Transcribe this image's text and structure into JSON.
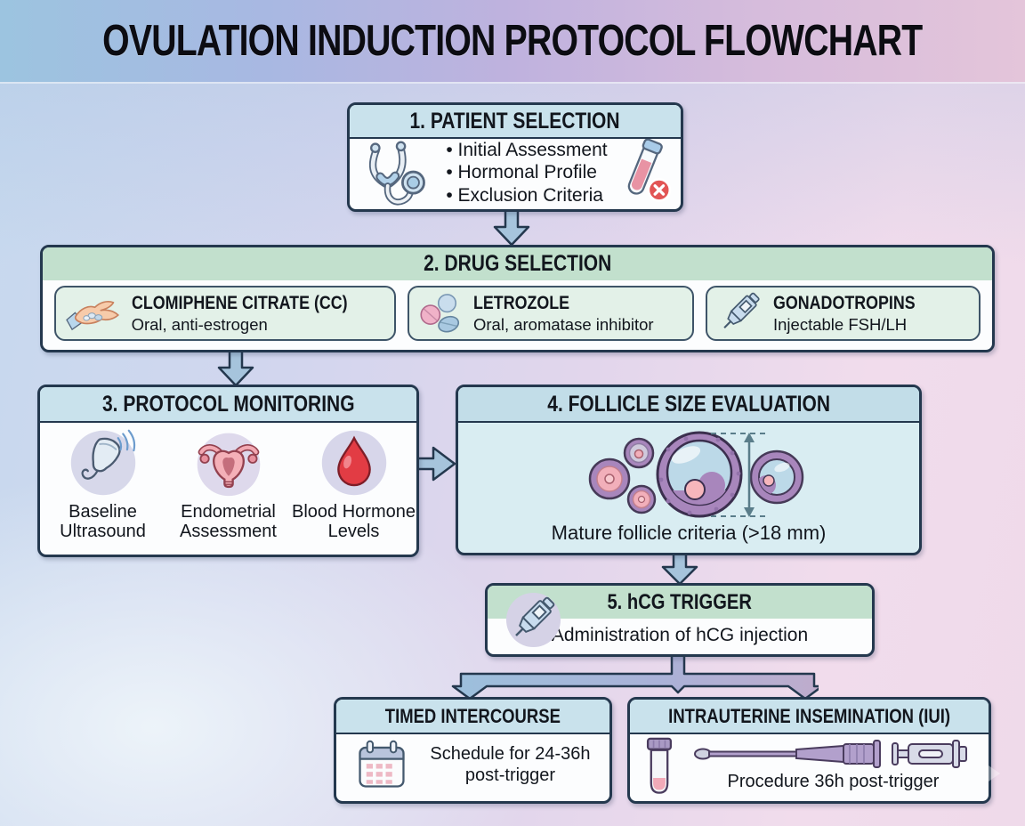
{
  "title": "OVULATION INDUCTION PROTOCOL FLOWCHART",
  "colors": {
    "outline_navy": "#24384e",
    "header_blue": "#c9e2ec",
    "header_green": "#c2e0cd",
    "card_green": "#e3f1e8",
    "body_cyan": "#d9edf2",
    "arrow_fill": "#a6c4dc",
    "icon_circle_lavender": "#d9d7ea",
    "follicle_purple": "#a886bc",
    "error_red": "#e25555"
  },
  "steps": {
    "patient_selection": {
      "title": "1. PATIENT SELECTION",
      "bullets": [
        "• Initial Assessment",
        "• Hormonal Profile",
        "• Exclusion Criteria"
      ],
      "icons": [
        "stethoscope-icon",
        "test-tube-error-icon"
      ]
    },
    "drug_selection": {
      "title": "2. DRUG SELECTION",
      "drugs": [
        {
          "name": "CLOMIPHENE CITRATE (CC)",
          "desc": "Oral, anti-estrogen",
          "icon": "hand-pills-icon"
        },
        {
          "name": "LETROZOLE",
          "desc": "Oral, aromatase inhibitor",
          "icon": "pills-icon"
        },
        {
          "name": "GONADOTROPINS",
          "desc": "Injectable FSH/LH",
          "icon": "injection-pen-icon"
        }
      ]
    },
    "protocol_monitoring": {
      "title": "3. PROTOCOL MONITORING",
      "items": [
        {
          "label": "Baseline\nUltrasound",
          "icon": "ultrasound-probe-icon"
        },
        {
          "label": "Endometrial\nAssessment",
          "icon": "uterus-icon"
        },
        {
          "label": "Blood Hormone\nLevels",
          "icon": "blood-drop-icon"
        }
      ]
    },
    "follicle_evaluation": {
      "title": "4. FOLLICLE SIZE EVALUATION",
      "caption": "Mature follicle criteria (>18 mm)",
      "icon": "follicle-diagram"
    },
    "hcg_trigger": {
      "title": "5. hCG TRIGGER",
      "desc": "Administration of hCG injection",
      "icon": "injection-pen-icon"
    },
    "timed_intercourse": {
      "title": "TIMED INTERCOURSE",
      "desc": "Schedule for 24-36h\npost-trigger",
      "icon": "calendar-icon"
    },
    "iui": {
      "title": "INTRAUTERINE INSEMINATION (IUI)",
      "desc": "Procedure 36h post-trigger",
      "icons": [
        "specimen-vial-icon",
        "iui-catheter-icon",
        "plunger-icon"
      ]
    }
  }
}
